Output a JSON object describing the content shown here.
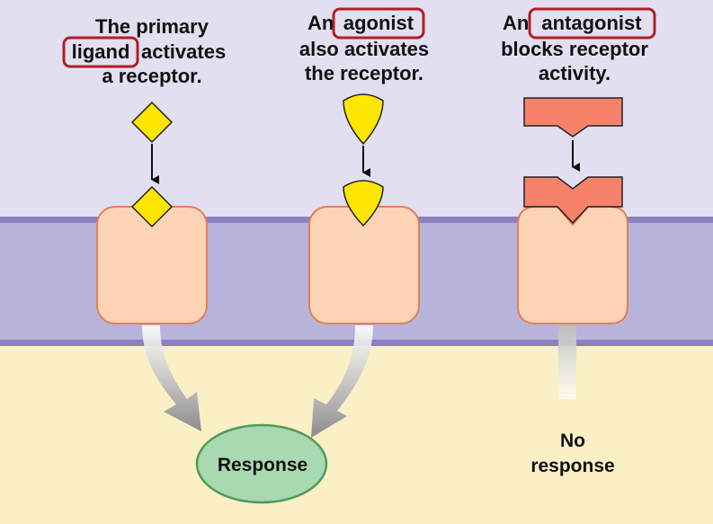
{
  "captions": {
    "ligand": {
      "line1": "The primary",
      "line2_highlight": "ligand",
      "line2_rest": "activates",
      "line3": "a receptor."
    },
    "agonist": {
      "line1_prefix": "An",
      "line1_highlight": "agonist",
      "line2": "also activates",
      "line3": "the receptor."
    },
    "antagonist": {
      "line1_prefix": "An",
      "line1_highlight": "antagonist",
      "line2": "blocks receptor",
      "line3": "activity."
    }
  },
  "outcomes": {
    "response_label": "Response",
    "no_response_line1": "No",
    "no_response_line2": "response"
  },
  "colors": {
    "extracellular": "#e2dff0",
    "membrane": "#b8b3db",
    "membrane_edge": "#8a81c0",
    "cytoplasm": "#fbefc6",
    "receptor_fill": "#fdd3b5",
    "receptor_stroke": "#e0805a",
    "ligand_yellow": "#ffe600",
    "antagonist_fill": "#f7826a",
    "response_fill": "#a9d9b0",
    "response_stroke": "#4f9a5c",
    "highlight_box": "#b01e23"
  },
  "icons": [
    "ligand-diamond-icon",
    "agonist-teardrop-icon",
    "antagonist-block-icon"
  ]
}
